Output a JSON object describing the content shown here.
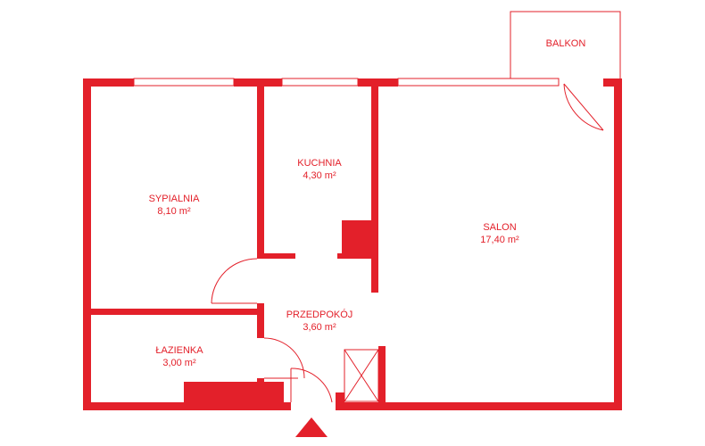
{
  "colors": {
    "wall": "#e3202a",
    "background": "#ffffff"
  },
  "rooms": {
    "sypialnia": {
      "name": "SYPIALNIA",
      "area": "8,10 m²"
    },
    "kuchnia": {
      "name": "KUCHNIA",
      "area": "4,30 m²"
    },
    "salon": {
      "name": "SALON",
      "area": "17,40 m²"
    },
    "przedpokoj": {
      "name": "PRZEDPOKÓJ",
      "area": "3,60 m²"
    },
    "lazienka": {
      "name": "ŁAZIENKA",
      "area": "3,00 m²"
    },
    "balkon": {
      "name": "BALKON"
    }
  },
  "icons": {
    "entrance": "entrance-triangle-icon"
  }
}
